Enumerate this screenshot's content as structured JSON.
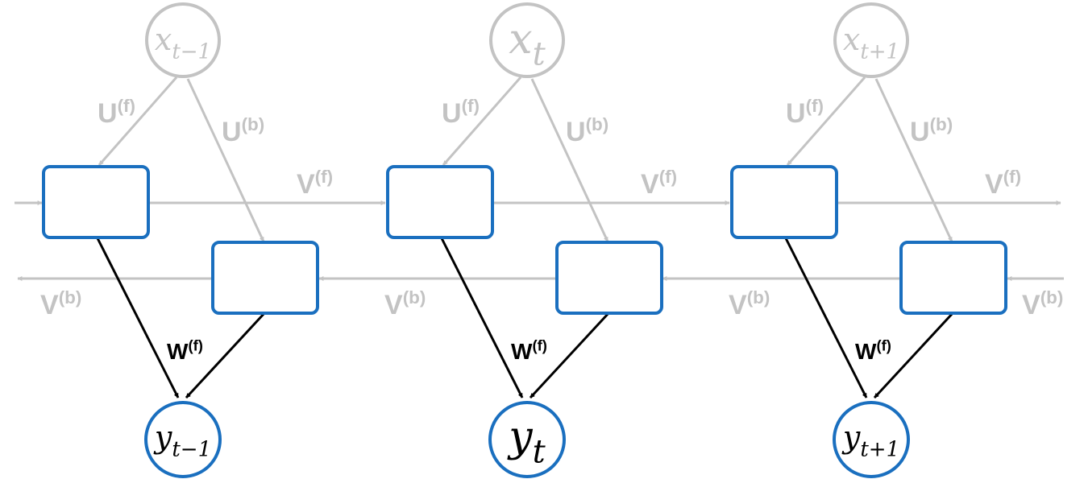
{
  "colors": {
    "gray": "#c3c3c3",
    "blue": "#1a6fbf",
    "black": "#000000",
    "background": "#ffffff"
  },
  "weights": {
    "u_forward": "U",
    "u_forward_sup": "(f)",
    "u_backward": "U",
    "u_backward_sup": "(b)",
    "v_forward": "V",
    "v_forward_sup": "(f)",
    "v_backward": "V",
    "v_backward_sup": "(b)",
    "w_forward": "W",
    "w_forward_sup": "(f)"
  },
  "steps": [
    {
      "input_base": "x",
      "input_sub": "t−1",
      "output_base": "y",
      "output_sub": "t−1"
    },
    {
      "input_base": "x",
      "input_sub": "t",
      "output_base": "y",
      "output_sub": "t"
    },
    {
      "input_base": "x",
      "input_sub": "t+1",
      "output_base": "y",
      "output_sub": "t+1"
    }
  ]
}
